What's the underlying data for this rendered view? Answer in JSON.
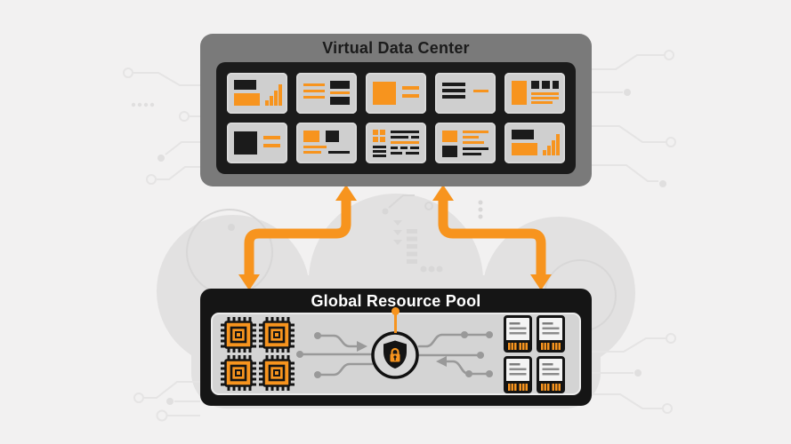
{
  "app": {
    "type": "cloud-architecture-diagram"
  },
  "colors": {
    "background": "#F2F1F1",
    "cloud": "#E2E1E1",
    "circuit_outer": "#E5E4E4",
    "circuit_on_cloud": "#D8D7D7",
    "accent_orange": "#F7941E",
    "panel_gray": "#7A7A7A",
    "panel_black": "#1B1B1B",
    "tile_background": "#CFCFCF",
    "pool_inner_background": "#D4D4D4",
    "trace_gray": "#999999",
    "title_dark": "#1B1B1B",
    "title_light": "#FFFFFF"
  },
  "virtual_data_center": {
    "title": "Virtual Data Center",
    "tiles": [
      {
        "icon": "bar-chart-widget-icon"
      },
      {
        "icon": "list-rows-widget-icon"
      },
      {
        "icon": "image-text-widget-icon"
      },
      {
        "icon": "text-lines-widget-icon"
      },
      {
        "icon": "media-grid-widget-icon"
      },
      {
        "icon": "dark-image-text-widget-icon"
      },
      {
        "icon": "two-card-widget-icon"
      },
      {
        "icon": "table-widget-icon"
      },
      {
        "icon": "stacked-stats-widget-icon"
      },
      {
        "icon": "bar-chart-widget-icon"
      }
    ]
  },
  "connections": {
    "left_arrow": "bidirectional-elbow-arrow",
    "right_arrow": "bidirectional-elbow-arrow"
  },
  "global_resource_pool": {
    "title": "Global Resource Pool",
    "left_icons": {
      "name": "cpu-chip-icon",
      "count": 4
    },
    "center_icon": {
      "name": "shield-lock-icon"
    },
    "right_icons": {
      "name": "memory-module-icon",
      "count": 4
    }
  }
}
